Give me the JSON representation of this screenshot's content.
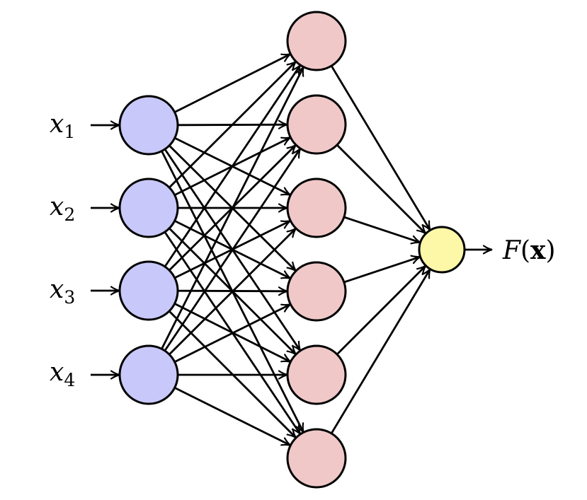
{
  "diagram": {
    "colors": {
      "input_fill": "#c8c8fb",
      "hidden_fill": "#f0c8c8",
      "output_fill": "#fdf8a8",
      "stroke": "#000000"
    },
    "input_labels": [
      {
        "var": "x",
        "sub": "1"
      },
      {
        "var": "x",
        "sub": "2"
      },
      {
        "var": "x",
        "sub": "3"
      },
      {
        "var": "x",
        "sub": "4"
      }
    ],
    "hidden_count": 6,
    "output_label": {
      "func": "F",
      "open": "(",
      "arg": "x",
      "close": ")"
    }
  }
}
